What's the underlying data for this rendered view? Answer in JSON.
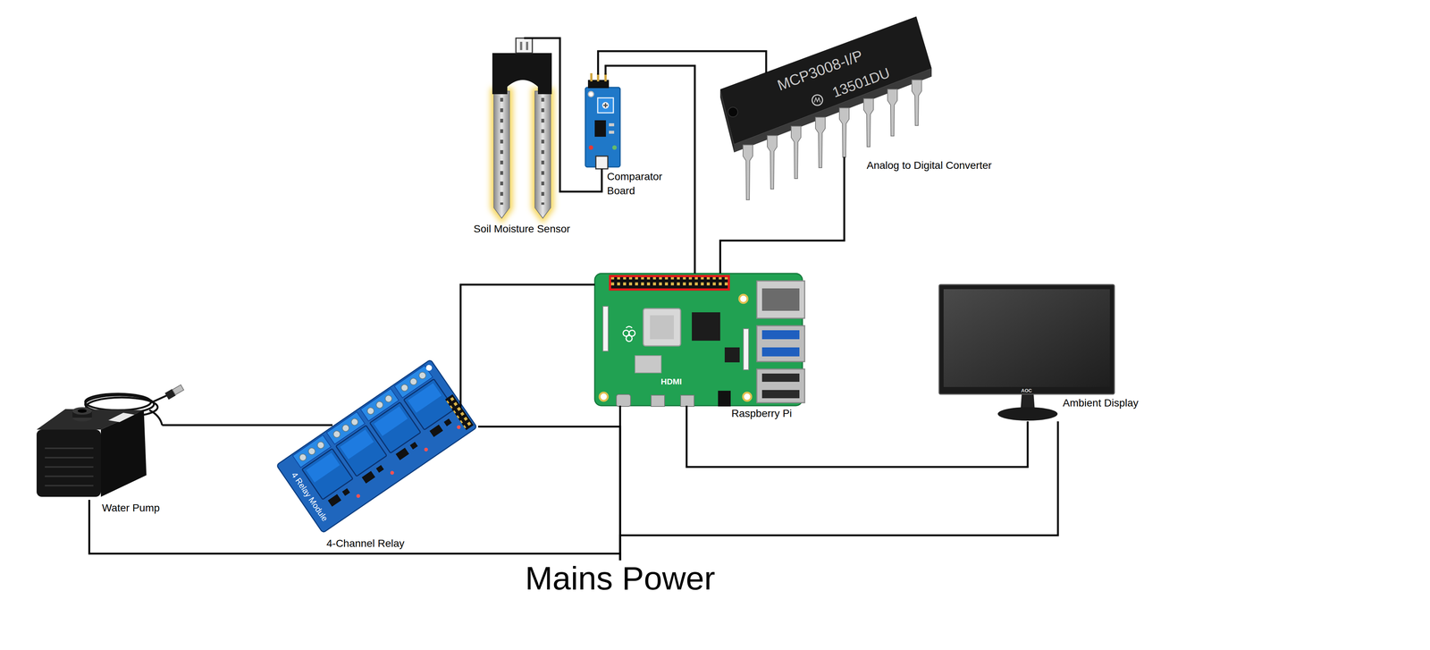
{
  "diagram": {
    "nodes": [
      {
        "text": [
          "Soil Moisture Sensor"
        ]
      },
      {
        "text": [
          "Comparator Board"
        ]
      },
      {
        "text": [
          "Analog to Digital Converter"
        ]
      },
      {
        "text": [
          "Raspberry Pi"
        ]
      },
      {
        "text": [
          "Ambient Display"
        ]
      },
      {
        "text": [
          "4-Channel Relay"
        ]
      },
      {
        "text": [
          "Water Pump"
        ]
      },
      {
        "text": [
          "Mains Power"
        ]
      }
    ],
    "edges": [
      {
        "from": 0,
        "to": 1,
        "arrow": "none"
      },
      {
        "from": 1,
        "to": 2,
        "arrow": "none"
      },
      {
        "from": 1,
        "to": 3,
        "arrow": "none"
      },
      {
        "from": 2,
        "to": 3,
        "arrow": "none"
      },
      {
        "from": 3,
        "to": 5,
        "arrow": "none"
      },
      {
        "from": 6,
        "to": 5,
        "arrow": "none"
      },
      {
        "from": 3,
        "to": 4,
        "arrow": "none"
      },
      {
        "from": 3,
        "to": 7,
        "arrow": "none"
      },
      {
        "from": 5,
        "to": 7,
        "arrow": "none"
      },
      {
        "from": 6,
        "to": 7,
        "arrow": "none"
      },
      {
        "from": 4,
        "to": 7,
        "arrow": "none"
      }
    ],
    "labels": [
      "MCP3008-I/P",
      "13501DU",
      "HDMI",
      "AOC",
      "4 Relay Module"
    ]
  }
}
